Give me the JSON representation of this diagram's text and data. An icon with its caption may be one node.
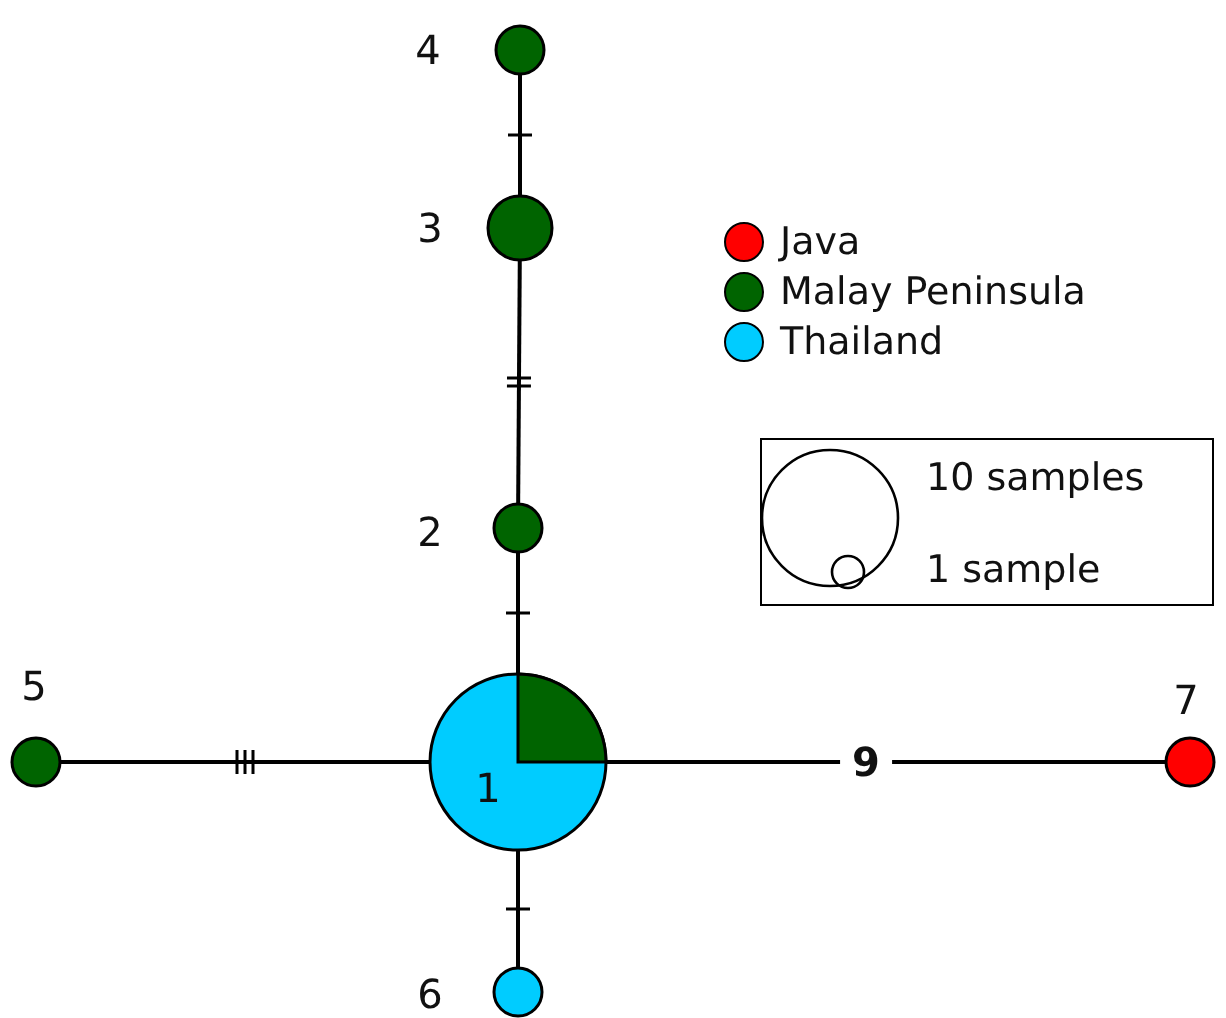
{
  "diagram": {
    "nodes": [
      {
        "text": [],
        "shape": "circle",
        "beside": [
          "4"
        ]
      },
      {
        "text": [],
        "shape": "circle",
        "beside": [
          "3"
        ]
      },
      {
        "text": [],
        "shape": "circle",
        "beside": [
          "2"
        ]
      },
      {
        "text": [],
        "shape": "circle",
        "beside": [
          "5"
        ]
      },
      {
        "text": [
          "1"
        ]
      },
      {
        "text": [],
        "shape": "circle",
        "beside": [
          "7"
        ]
      },
      {
        "text": [],
        "shape": "circle",
        "beside": [
          "6"
        ]
      }
    ],
    "edges": [
      {
        "from": 0,
        "to": 1,
        "arrow": "none"
      },
      {
        "from": 1,
        "to": 2,
        "arrow": "none"
      },
      {
        "from": 2,
        "to": 4,
        "arrow": "none"
      },
      {
        "from": 3,
        "to": 4,
        "arrow": "none"
      },
      {
        "from": 4,
        "to": 5,
        "arrow": "none",
        "label": "9"
      },
      {
        "from": 4,
        "to": 6,
        "arrow": "none"
      }
    ],
    "labels": [
      "10 samples",
      "1 sample"
    ],
    "legend": [
      {
        "text": "Java",
        "color": "#ff0000"
      },
      {
        "text": "Malay Peninsula",
        "color": "#006400"
      },
      {
        "text": "Thailand",
        "color": "#00ccff"
      }
    ]
  }
}
